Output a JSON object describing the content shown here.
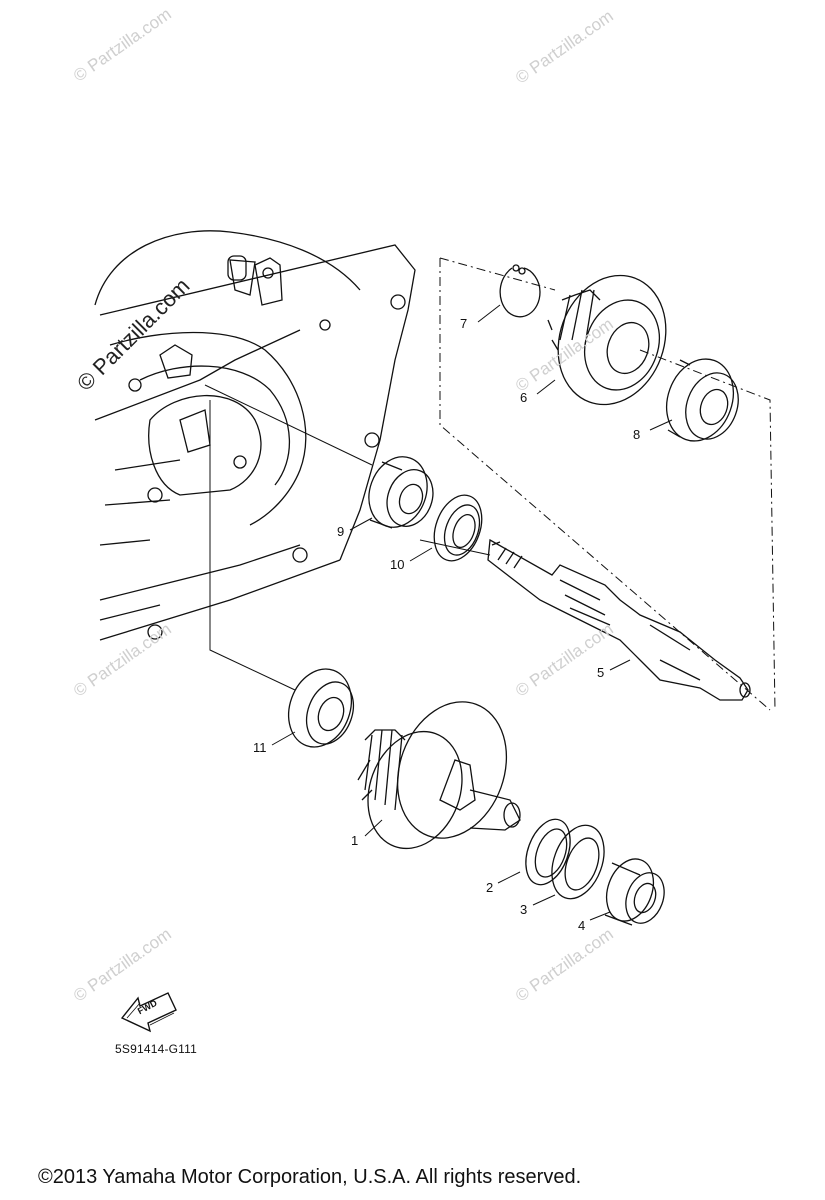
{
  "callouts": [
    "1",
    "2",
    "3",
    "4",
    "5",
    "6",
    "7",
    "8",
    "9",
    "10",
    "11"
  ],
  "watermark": "© Partzilla.com",
  "fwd_label": "FWD",
  "part_code": "5S91414-G111",
  "copyright": "©2013  Yamaha Motor Corporation, U.S.A. All rights reserved."
}
